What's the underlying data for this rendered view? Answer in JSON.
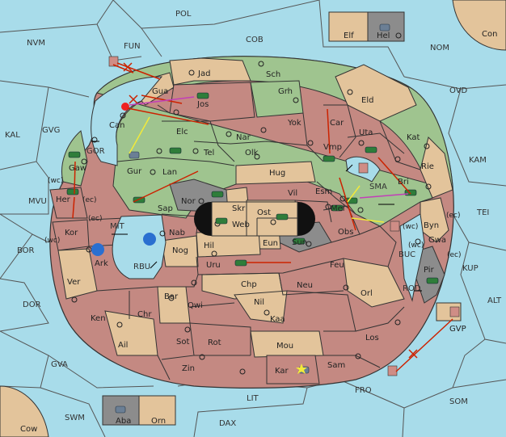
{
  "colors": {
    "sea": "#a8dcea",
    "land_green": "#9fc48f",
    "land_rose": "#c48982",
    "land_tan": "#e3c49b",
    "neutral_grey": "#8c8c8c",
    "black_zone": "#111111",
    "arrow_red": "#cc2200",
    "arrow_yellow": "#f2ea3a",
    "arrow_magenta": "#c23fb8"
  },
  "seas": {
    "pol": "POL",
    "cob": "COB",
    "nvm": "NVM",
    "fun": "FUN",
    "nom": "NOM",
    "ovd": "OVD",
    "kal": "KAL",
    "gvg": "GVG",
    "gor": "GOR",
    "kam": "KAM",
    "mvu": "MVU",
    "mit": "MIT",
    "tei": "TEI",
    "bor": "BOR",
    "kup": "KUP",
    "dor": "DOR",
    "rbu": "RBU",
    "buc": "BUC",
    "rod": "ROD",
    "alt": "ALT",
    "gva": "GVA",
    "fro": "FRO",
    "som": "SOM",
    "swm": "SWM",
    "lit": "LIT",
    "dax": "DAX",
    "sma": "SMA"
  },
  "regions": {
    "jad": "Jad",
    "sch": "Sch",
    "gua": "Gua",
    "jos": "Jos",
    "grh": "Grh",
    "eld": "Eld",
    "can": "Can",
    "elc": "Elc",
    "nar": "Nar",
    "yok": "Yok",
    "car": "Car",
    "uta": "Uta",
    "kat": "Kat",
    "gaw": "Gaw",
    "tel": "Tel",
    "olk": "Olk",
    "vmp": "Vmp",
    "gur": "Gur",
    "lan": "Lan",
    "hug": "Hug",
    "rie": "Rie",
    "bri": "Bri",
    "nor": "Nor",
    "skr": "Skr",
    "ost": "Ost",
    "vil": "Vil",
    "esm": "Esm",
    "her": "Her",
    "sap": "Sap",
    "web": "Web",
    "mel": "Mel",
    "byn": "Byn",
    "kor": "Kor",
    "nab": "Nab",
    "eun": "Eun",
    "sun": "Sun",
    "obs": "Obs",
    "gwa": "Gwa",
    "hil": "Hil",
    "ark": "Ark",
    "nog": "Nog",
    "pir": "Pir",
    "uru": "Uru",
    "feu": "Feu",
    "ver": "Ver",
    "chp": "Chp",
    "neu": "Neu",
    "orl": "Orl",
    "bar": "Bar",
    "qwi": "Qwi",
    "nil": "Nil",
    "ken": "Ken",
    "chr": "Chr",
    "kaa": "Kaa",
    "los": "Los",
    "ail": "Ail",
    "sot": "Sot",
    "rot": "Rot",
    "mou": "Mou",
    "zin": "Zin",
    "kar": "Kar",
    "sam": "Sam",
    "gvp": "GVP"
  },
  "corners": {
    "elf": "Elf",
    "hel": "Hel",
    "con": "Con",
    "aba": "Aba",
    "orn": "Orn",
    "cow": "Cow"
  },
  "coast_tags": {
    "wc1": "(wc)",
    "ec1": "(ec)",
    "ec2": "(ec)",
    "wc2": "(wc)",
    "wc3": "(wc)",
    "ec3": "(ec)",
    "wc4": "(wc)",
    "ec4": "(ec)"
  }
}
